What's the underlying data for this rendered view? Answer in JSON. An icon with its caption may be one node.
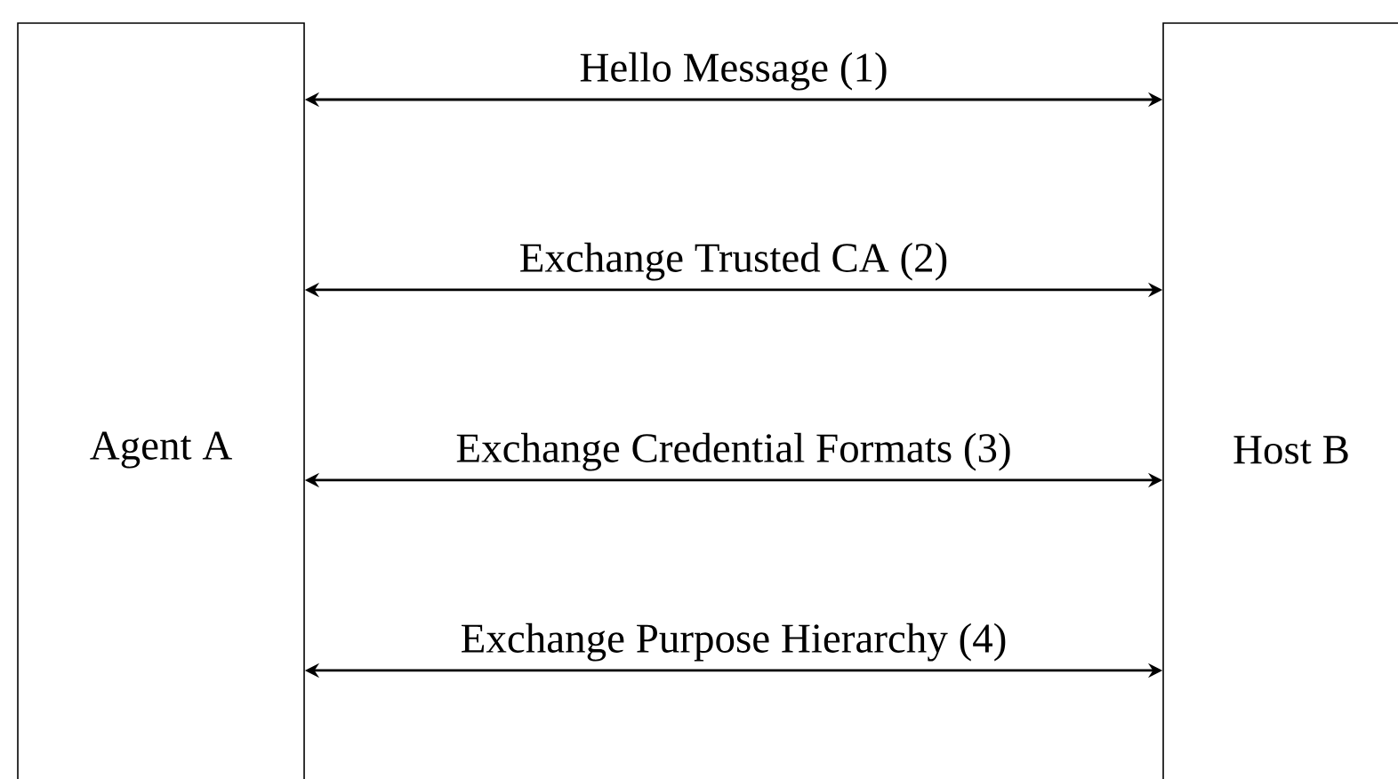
{
  "diagram": {
    "nodes": [
      {
        "text": [
          "Agent A"
        ]
      },
      {
        "text": [
          "Host B"
        ]
      }
    ],
    "edges": [
      {
        "from": 0,
        "to": 1,
        "arrow": "both",
        "label": "Hello Message (1)"
      },
      {
        "from": 0,
        "to": 1,
        "arrow": "both",
        "label": "Exchange Trusted CA (2)"
      },
      {
        "from": 0,
        "to": 1,
        "arrow": "both",
        "label": "Exchange Credential Formats (3)"
      },
      {
        "from": 0,
        "to": 1,
        "arrow": "both",
        "label": "Exchange Purpose Hierarchy (4)"
      }
    ]
  }
}
